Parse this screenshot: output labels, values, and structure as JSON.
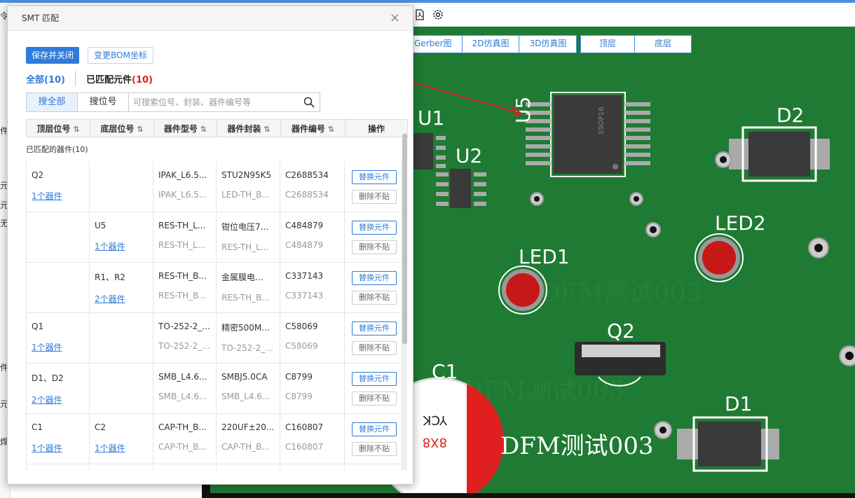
{
  "dialog": {
    "title": "SMT 匹配",
    "close_label": "×",
    "save_close": "保存并关闭",
    "change_bom": "变更BOM坐标",
    "filter_all_prefix": "全部",
    "filter_all_count": "(10)",
    "filter_matched_label": "已匹配元件",
    "filter_matched_count": "(10)",
    "search_tab_all": "搜全部",
    "search_tab_ref": "搜位号",
    "search_placeholder": "可搜索位号、封装、器件编号等",
    "matched_caption": "已匹配的器件(10)",
    "columns": [
      "顶层位号",
      "底层位号",
      "器件型号",
      "器件封装",
      "器件编号",
      "操作"
    ],
    "sort_glyph": "⇅",
    "rows": [
      {
        "top": "Q2",
        "top_link": "1个器件",
        "bottom": "",
        "bottom_link": "",
        "model": "IPAK_L6.5...",
        "model2": "IPAK_L6.5...",
        "package": "STU2N95K5",
        "package2": "LED-TH_B...",
        "part": "C2688534",
        "part2": "C2688534"
      },
      {
        "top": "",
        "top_link": "",
        "bottom": "U5",
        "bottom_link": "1个器件",
        "model": "RES-TH_L...",
        "model2": "RES-TH_L...",
        "package": "钳位电压7...",
        "package2": "RES-TH_L...",
        "part": "C484879",
        "part2": "C484879"
      },
      {
        "top": "",
        "top_link": "",
        "bottom": "R1、R2",
        "bottom_link": "2个器件",
        "model": "RES-TH_B...",
        "model2": "RES-TH_B...",
        "package": "金属膜电...",
        "package2": "RES-TH_B...",
        "part": "C337143",
        "part2": "C337143"
      },
      {
        "top": "Q1",
        "top_link": "1个器件",
        "bottom": "",
        "bottom_link": "",
        "model": "TO-252-2_...",
        "model2": "TO-252-2_...",
        "package": "精密500M...",
        "package2": "TO-252-2_...",
        "part": "C58069",
        "part2": "C58069"
      },
      {
        "top": "D1、D2",
        "top_link": "2个器件",
        "bottom": "",
        "bottom_link": "",
        "model": "SMB_L4.6...",
        "model2": "SMB_L4.6...",
        "package": "SMBJ5.0CA",
        "package2": "SMB_L4.6...",
        "part": "C8799",
        "part2": "C8799"
      },
      {
        "top": "C1",
        "top_link": "1个器件",
        "bottom": "C2",
        "bottom_link": "1个器件",
        "model": "CAP-TH_B...",
        "model2": "CAP-TH_B...",
        "package": "220UF±20...",
        "package2": "CAP-TH_B...",
        "part": "C160807",
        "part2": "C160807"
      }
    ],
    "op_replace": "替换元件",
    "op_delete": "删除不贴"
  },
  "viewer": {
    "tabs_left": [
      "Gerber图",
      "2D仿真图",
      "3D仿真图"
    ],
    "tabs_right": [
      "顶层",
      "底层"
    ],
    "icons": [
      "pdf-icon",
      "gear-icon"
    ]
  },
  "board": {
    "labels": [
      "U1",
      "U2",
      "U5",
      "D2",
      "LED1",
      "LED2",
      "Q2",
      "C1",
      "D1"
    ],
    "chip_marks": [
      "SSOP16"
    ],
    "cap_marks": [
      "YCK",
      "8X8"
    ],
    "watermark": "DFM测试003",
    "silk_text": "DFM测试003"
  },
  "sidebar_fragments": [
    "令",
    "件",
    "元",
    "元",
    "无",
    "件",
    "元",
    "焊"
  ],
  "colors": {
    "accent": "#2f7bd9",
    "board": "#1f7a33",
    "alert_red": "#e02020"
  }
}
